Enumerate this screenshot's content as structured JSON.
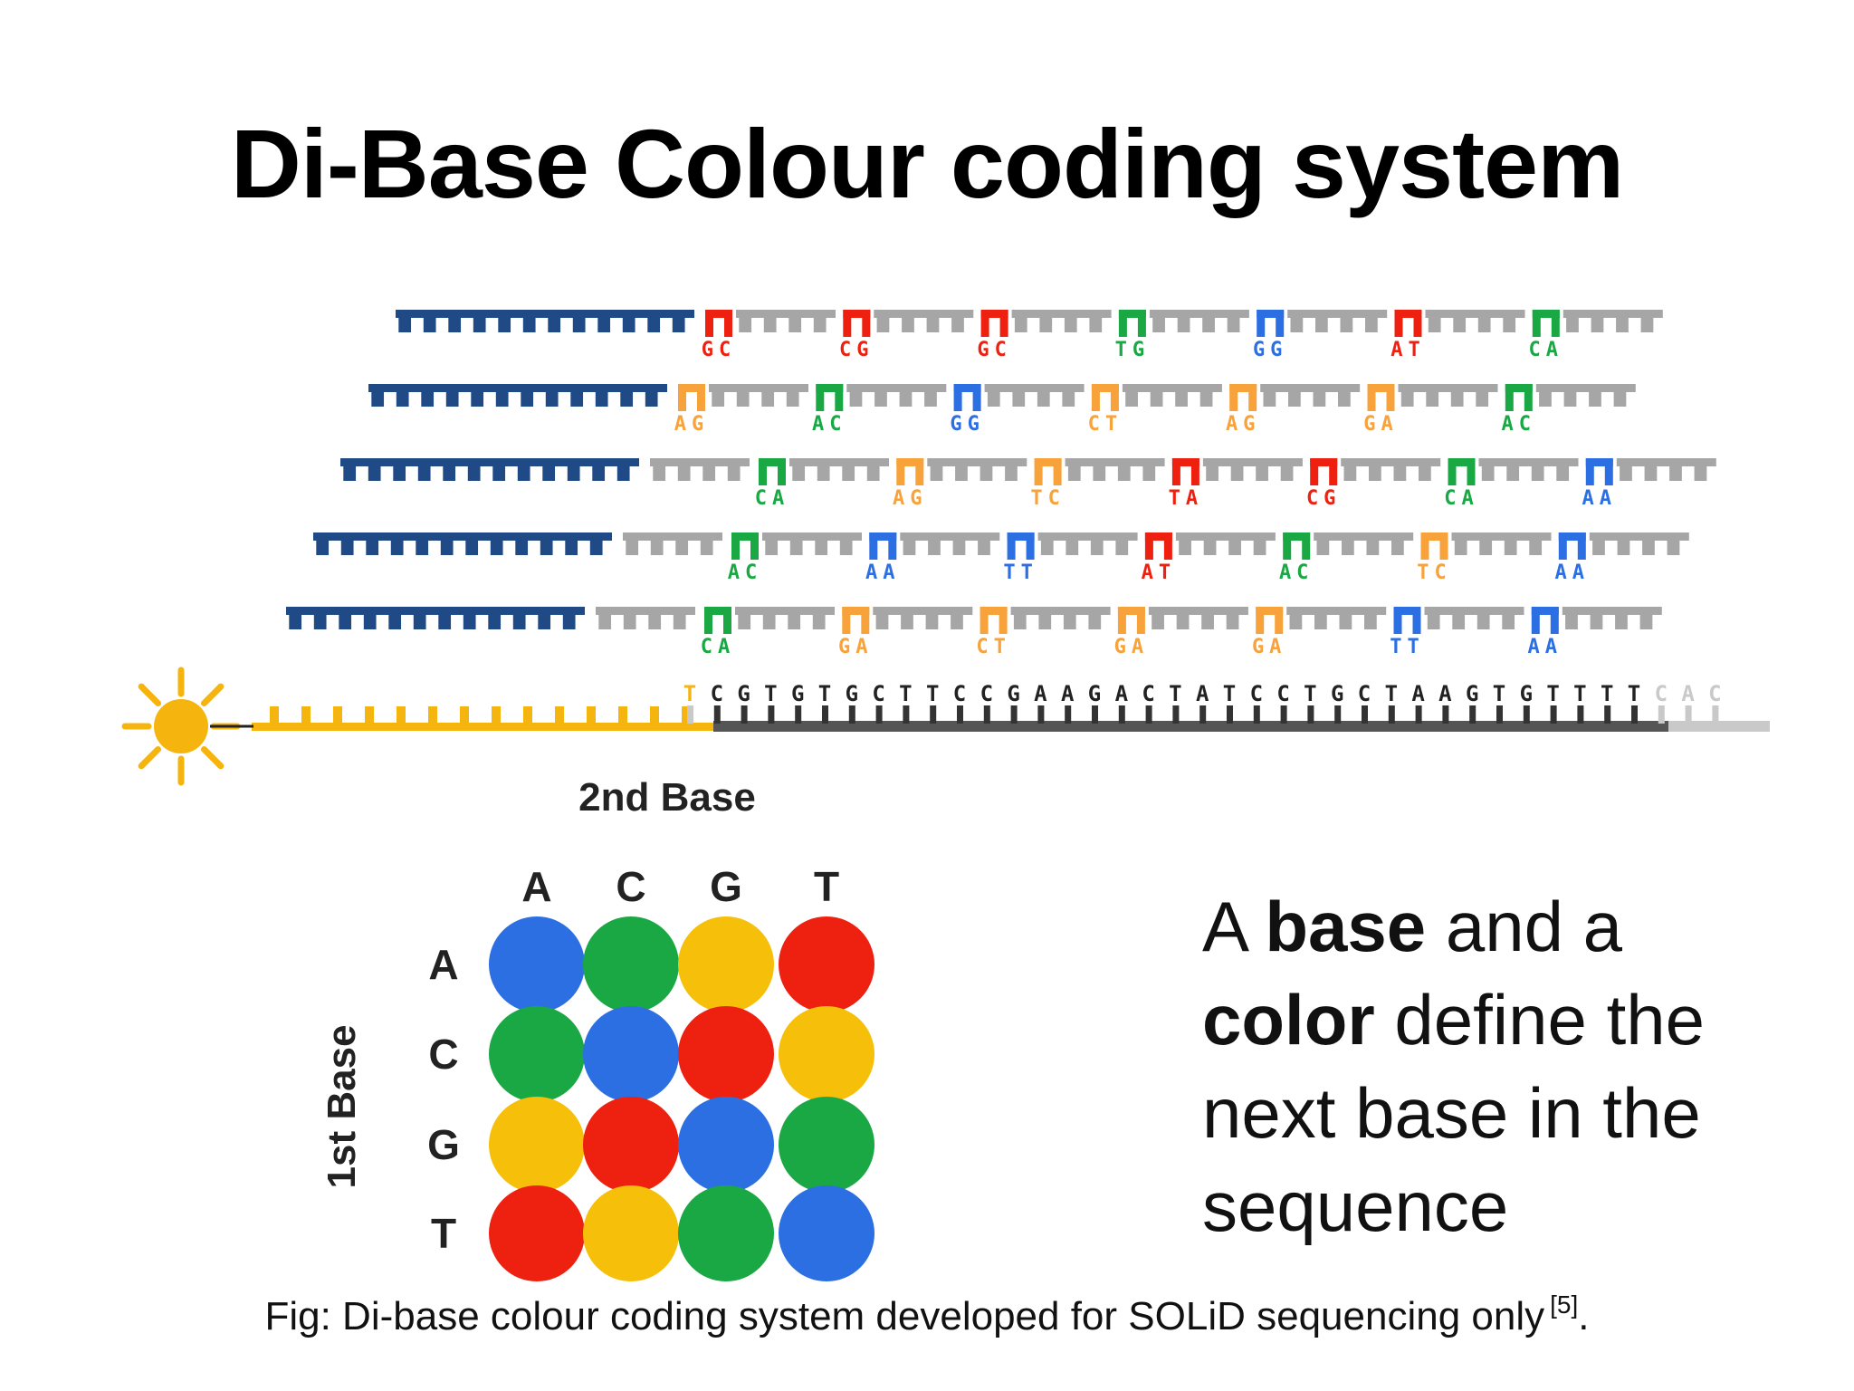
{
  "slide": {
    "title": "Di-Base Colour coding system",
    "caption_text": "Fig: Di-base colour coding system developed for SOLiD sequencing only",
    "caption_ref": "[5]",
    "caption_end": "."
  },
  "statement": {
    "w1": "A",
    "w2": "base",
    "w3": "and a",
    "w4": "color",
    "w5": "define the",
    "w6": "next base in the",
    "w7": "sequence"
  },
  "colors": {
    "blue": "#2c6fe3",
    "green": "#1aa844",
    "yellow": "#f6bf0a",
    "red": "#ee2111",
    "orange": "#f7a23a",
    "navy": "#1f4a86",
    "gray": "#a6a6a6",
    "dark": "#555555",
    "sun": "#f6b50e"
  },
  "matrix": {
    "col_header_label": "2nd Base",
    "row_header_label": "1st Base",
    "bases": [
      "A",
      "C",
      "G",
      "T"
    ],
    "cells": [
      [
        "blue",
        "green",
        "yellow",
        "red"
      ],
      [
        "green",
        "blue",
        "red",
        "yellow"
      ],
      [
        "yellow",
        "red",
        "blue",
        "green"
      ],
      [
        "red",
        "yellow",
        "green",
        "blue"
      ]
    ]
  },
  "template_sequence": {
    "lead_base": "T",
    "bases": "CGTGTGCTTCCGAAGACTATCCTGCTAAGTGTTTT",
    "tail_bases": "CAC"
  },
  "ligation_rows": [
    {
      "probes": [
        {
          "pair": "GC",
          "color": "red"
        },
        {
          "pair": "CG",
          "color": "red"
        },
        {
          "pair": "GC",
          "color": "red"
        },
        {
          "pair": "TG",
          "color": "green"
        },
        {
          "pair": "GG",
          "color": "blue"
        },
        {
          "pair": "AT",
          "color": "red"
        },
        {
          "pair": "CA",
          "color": "green"
        }
      ]
    },
    {
      "probes": [
        {
          "pair": "AG",
          "color": "orange"
        },
        {
          "pair": "AC",
          "color": "green"
        },
        {
          "pair": "GG",
          "color": "blue"
        },
        {
          "pair": "CT",
          "color": "orange"
        },
        {
          "pair": "AG",
          "color": "orange"
        },
        {
          "pair": "GA",
          "color": "orange"
        },
        {
          "pair": "AC",
          "color": "green"
        }
      ]
    },
    {
      "probes": [
        {
          "pair": "CA",
          "color": "green"
        },
        {
          "pair": "AG",
          "color": "orange"
        },
        {
          "pair": "TC",
          "color": "orange"
        },
        {
          "pair": "TA",
          "color": "red"
        },
        {
          "pair": "CG",
          "color": "red"
        },
        {
          "pair": "CA",
          "color": "green"
        },
        {
          "pair": "AA",
          "color": "blue"
        }
      ]
    },
    {
      "probes": [
        {
          "pair": "AC",
          "color": "green"
        },
        {
          "pair": "AA",
          "color": "blue"
        },
        {
          "pair": "TT",
          "color": "blue"
        },
        {
          "pair": "AT",
          "color": "red"
        },
        {
          "pair": "AC",
          "color": "green"
        },
        {
          "pair": "TC",
          "color": "orange"
        },
        {
          "pair": "AA",
          "color": "blue"
        }
      ]
    },
    {
      "probes": [
        {
          "pair": "CA",
          "color": "green"
        },
        {
          "pair": "GA",
          "color": "orange"
        },
        {
          "pair": "CT",
          "color": "orange"
        },
        {
          "pair": "GA",
          "color": "orange"
        },
        {
          "pair": "GA",
          "color": "orange"
        },
        {
          "pair": "TT",
          "color": "blue"
        },
        {
          "pair": "AA",
          "color": "blue"
        }
      ]
    }
  ]
}
